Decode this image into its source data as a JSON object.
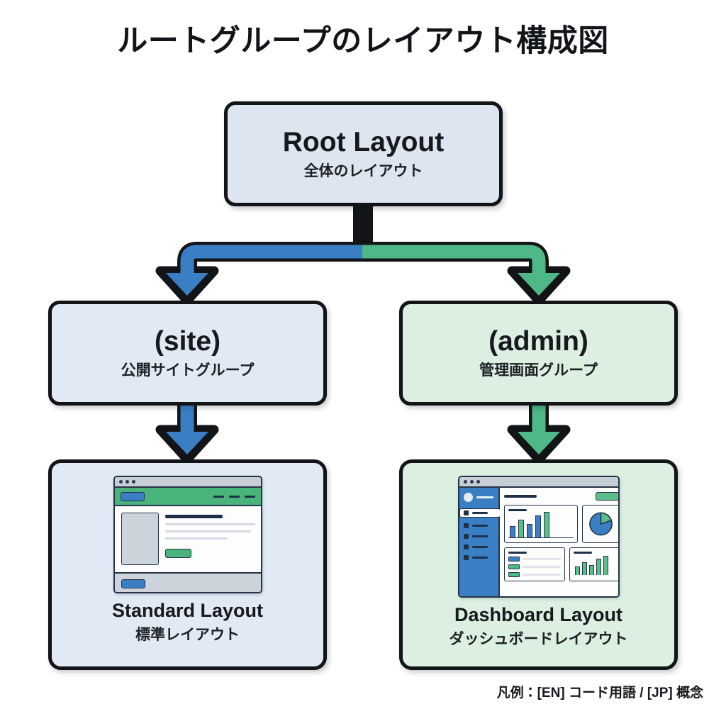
{
  "title": "ルートグループのレイアウト構成図",
  "nodes": {
    "root": {
      "en": "Root Layout",
      "jp": "全体のレイアウト",
      "fill": "#dde6f0"
    },
    "site": {
      "en": "(site)",
      "jp": "公開サイトグループ",
      "fill": "#e1eaf4"
    },
    "admin": {
      "en": "(admin)",
      "jp": "管理画面グループ",
      "fill": "#dcf0e2"
    },
    "standard": {
      "en": "Standard Layout",
      "jp": "標準レイアウト",
      "fill": "#e1eaf4"
    },
    "dashboard": {
      "en": "Dashboard Layout",
      "jp": "ダッシュボードレイアウト",
      "fill": "#dcf0e2"
    }
  },
  "edges": [
    {
      "name": "root-to-site",
      "from": "Root Layout",
      "to": "(site)",
      "color": "#3a7fc4"
    },
    {
      "name": "root-to-admin",
      "from": "Root Layout",
      "to": "(admin)",
      "color": "#4fb887"
    },
    {
      "name": "site-to-standard",
      "from": "(site)",
      "to": "Standard Layout",
      "color": "#3a7fc4"
    },
    {
      "name": "admin-to-dashboard",
      "from": "(admin)",
      "to": "Dashboard Layout",
      "color": "#4fb887"
    }
  ],
  "colors": {
    "blue": "#3a7fc4",
    "green": "#4fb887",
    "green_nav": "#49b37c",
    "outline": "#121417",
    "ink": "#1d3048",
    "background": "#ffffff"
  },
  "mockups": {
    "standard": {
      "name": "standard-site-wireframe",
      "nav_links": 3,
      "has_hero_image": true,
      "text_lines": 3,
      "cta_button": true,
      "footer_button": true
    },
    "dashboard": {
      "name": "admin-dashboard-wireframe",
      "sidebar_items": 5,
      "header_button": true,
      "cards": [
        "bar-chart",
        "pie-chart",
        "list",
        "bar-chart-small"
      ],
      "bar_chart_values": [
        40,
        62,
        48,
        78,
        92
      ],
      "bar_chart_small_values": [
        35,
        55,
        45,
        80,
        95
      ]
    }
  },
  "legend": "凡例：[EN] コード用語 / [JP] 概念"
}
